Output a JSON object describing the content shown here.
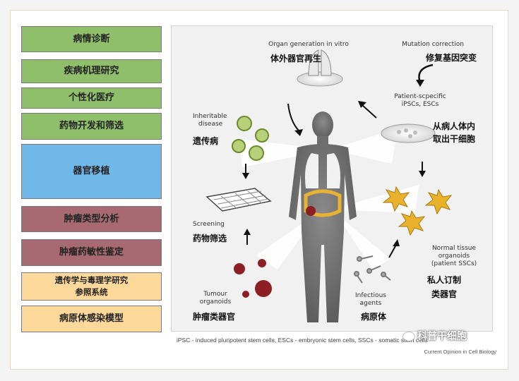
{
  "sidebar": {
    "items": [
      {
        "label": "病情诊断",
        "color": "#8fbf6a"
      },
      {
        "label": "疾病机理研究",
        "color": "#8fbf6a"
      },
      {
        "label": "个性化医疗",
        "color": "#8fbf6a"
      },
      {
        "label": "药物开发和筛选",
        "color": "#8fbf6a"
      },
      {
        "label": "器官移植",
        "color": "#6fb8e8"
      },
      {
        "label": "肿瘤类型分析",
        "color": "#a86a72"
      },
      {
        "label": "肿瘤药敏性鉴定",
        "color": "#a86a72"
      },
      {
        "label": "遗传学与毒理学研究\n参照系统",
        "color": "#fcd89a"
      },
      {
        "label": "病原体感染模型",
        "color": "#fcd89a"
      }
    ]
  },
  "figure": {
    "organ_generation": "Organ generation in vitro",
    "organ_generation_cn": "体外器官再生",
    "mutation_correction": "Mutation correction",
    "mutation_correction_cn": "修复基因突变",
    "patient_specific_1": "Patient-scpecific",
    "patient_specific_2": "iPSCs, ESCs",
    "patient_cn_1": "从病人体内",
    "patient_cn_2": "取出干细胞",
    "inheritable_1": "Inheritable",
    "inheritable_2": "disease",
    "inheritable_cn": "遗传病",
    "screening": "Screening",
    "screening_cn": "药物筛选",
    "normal_1": "Normal tissue",
    "normal_2": "organoids",
    "normal_3": "(patient SSCs)",
    "normal_cn_1": "私人订制",
    "normal_cn_2": "类器官",
    "tumour_1": "Tumour",
    "tumour_2": "organoids",
    "tumour_cn": "肿瘤类器官",
    "infectious_1": "Infectious",
    "infectious_2": "agents",
    "infectious_cn": "病原体"
  },
  "footer": {
    "caption": "iPSC - induced pluripotent stem cells, ESCs - embryonic stem cells, SSCs - somatic stem cells",
    "journal": "Current Opinion in Cell Biology",
    "watermark": "科普干细胞"
  }
}
